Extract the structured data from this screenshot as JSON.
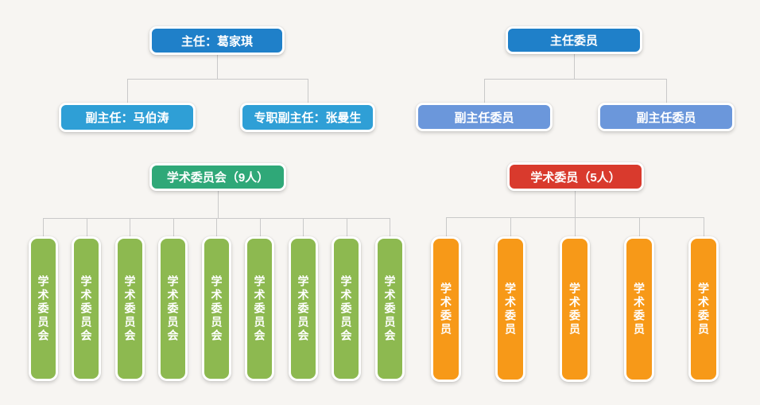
{
  "colors": {
    "background": "#f7f5f2",
    "connector": "#c9c9c9",
    "text": "#ffffff",
    "root-blue": "#1f80c9",
    "deputy-blue": "#2f9fd6",
    "deputy-slate-blue": "#6b97db",
    "green-header": "#2fa878",
    "green-member": "#8db950",
    "red-header": "#d93a2d",
    "orange-member": "#f79918"
  },
  "trees": [
    {
      "name": "office",
      "root": {
        "label": "主任：葛家琪"
      },
      "children": [
        {
          "label": "副主任：马伯涛"
        },
        {
          "label": "专职副主任：张曼生"
        }
      ]
    },
    {
      "name": "board",
      "root": {
        "label": "主任委员"
      },
      "children": [
        {
          "label": "副主任委员"
        },
        {
          "label": "副主任委员"
        }
      ]
    },
    {
      "name": "academic-committee",
      "root": {
        "label": "学术委员会（9人）"
      },
      "member": {
        "label": "学术委员会",
        "count": 9
      }
    },
    {
      "name": "academic-member",
      "root": {
        "label": "学术委员（5人）"
      },
      "member": {
        "label": "学术委员",
        "count": 5
      }
    }
  ]
}
